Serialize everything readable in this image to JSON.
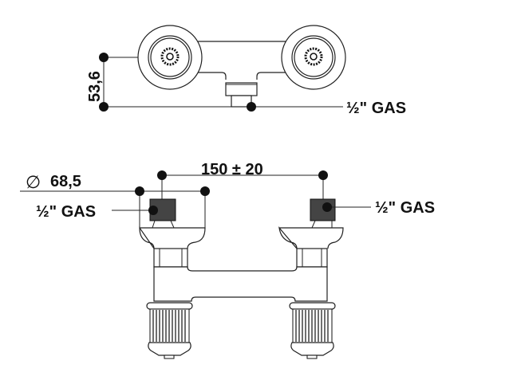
{
  "top_view": {
    "height_dimension": "53,6",
    "outlet_label": "½\" GAS"
  },
  "front_view": {
    "diameter_symbol": "∅",
    "diameter_value": "68,5",
    "center_distance": "150 ± 20",
    "left_connection_label": "½\" GAS",
    "right_connection_label": "½\" GAS"
  }
}
